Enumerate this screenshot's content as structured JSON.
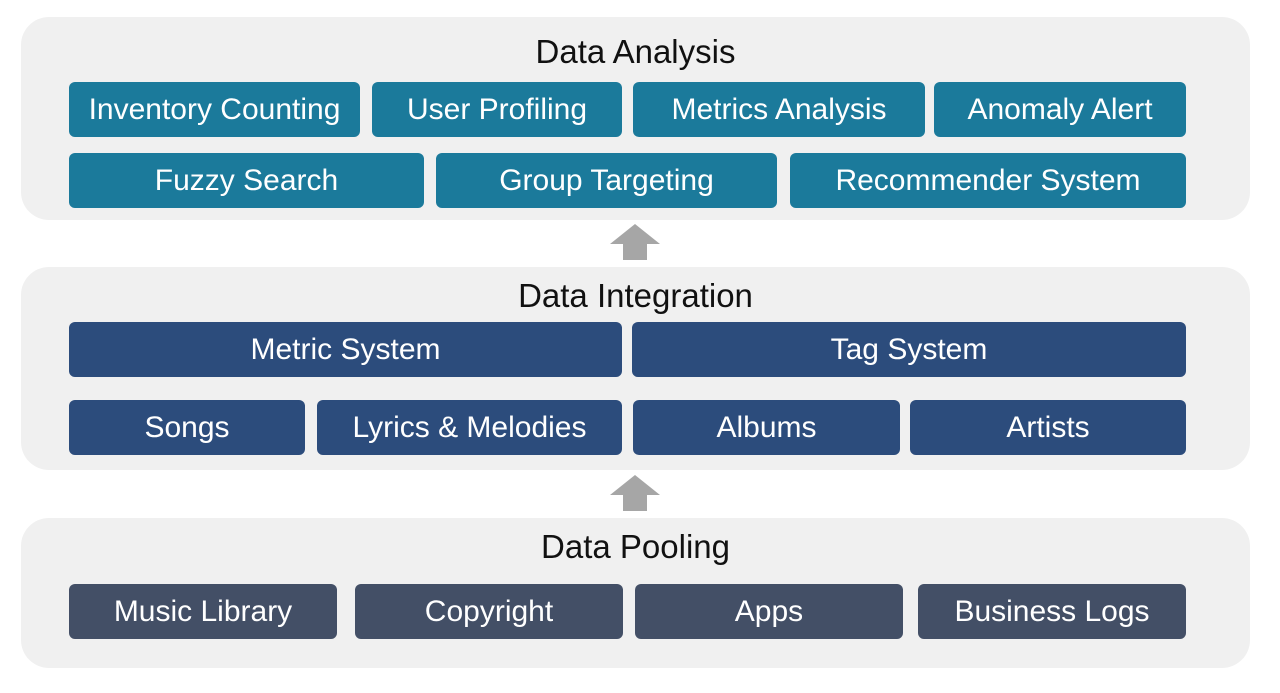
{
  "layers": {
    "analysis": {
      "title": "Data Analysis",
      "items": [
        "Inventory Counting",
        "User Profiling",
        "Metrics Analysis",
        "Anomaly Alert",
        "Fuzzy Search",
        "Group Targeting",
        "Recommender System"
      ]
    },
    "integration": {
      "title": "Data Integration",
      "systems": [
        "Metric System",
        "Tag System"
      ],
      "items": [
        "Songs",
        "Lyrics & Melodies",
        "Albums",
        "Artists"
      ]
    },
    "pooling": {
      "title": "Data Pooling",
      "items": [
        "Music Library",
        "Copyright",
        "Apps",
        "Business Logs"
      ]
    }
  },
  "colors": {
    "analysis_box": "#1b7a9b",
    "integration_box": "#2c4c7c",
    "pooling_box": "#434f66",
    "panel_bg": "#f0f0f0",
    "arrow": "#a6a6a6"
  },
  "icons": [
    "up-arrow-icon",
    "up-arrow-icon"
  ]
}
